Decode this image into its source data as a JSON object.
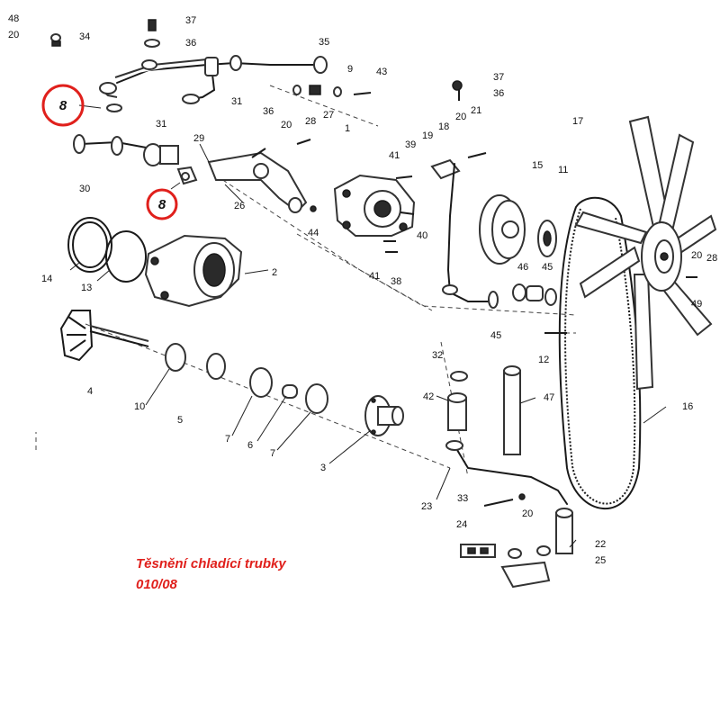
{
  "callout_color": "#e0201c",
  "highlight": {
    "part_number": "8"
  },
  "caption": {
    "line1": "Těsnění chladící trubky",
    "line2": "010/08"
  },
  "labels": [
    {
      "id": "l48",
      "text": "48"
    },
    {
      "id": "l20a",
      "text": "20"
    },
    {
      "id": "l34",
      "text": "34"
    },
    {
      "id": "l37a",
      "text": "37"
    },
    {
      "id": "l36a",
      "text": "36"
    },
    {
      "id": "l35",
      "text": "35"
    },
    {
      "id": "l9",
      "text": "9"
    },
    {
      "id": "l43",
      "text": "43"
    },
    {
      "id": "l31a",
      "text": "31"
    },
    {
      "id": "l36b",
      "text": "36"
    },
    {
      "id": "l20b",
      "text": "20"
    },
    {
      "id": "l28a",
      "text": "28"
    },
    {
      "id": "l27",
      "text": "27"
    },
    {
      "id": "l1",
      "text": "1"
    },
    {
      "id": "l31b",
      "text": "31"
    },
    {
      "id": "l29",
      "text": "29"
    },
    {
      "id": "l30",
      "text": "30"
    },
    {
      "id": "l26",
      "text": "26"
    },
    {
      "id": "l37b",
      "text": "37"
    },
    {
      "id": "l36c",
      "text": "36"
    },
    {
      "id": "l20c",
      "text": "20"
    },
    {
      "id": "l21",
      "text": "21"
    },
    {
      "id": "l18",
      "text": "18"
    },
    {
      "id": "l19",
      "text": "19"
    },
    {
      "id": "l39",
      "text": "39"
    },
    {
      "id": "l41a",
      "text": "41"
    },
    {
      "id": "l17",
      "text": "17"
    },
    {
      "id": "l15",
      "text": "15"
    },
    {
      "id": "l11",
      "text": "11"
    },
    {
      "id": "l44",
      "text": "44"
    },
    {
      "id": "l40",
      "text": "40"
    },
    {
      "id": "l41b",
      "text": "41"
    },
    {
      "id": "l38",
      "text": "38"
    },
    {
      "id": "l46",
      "text": "46"
    },
    {
      "id": "l45a",
      "text": "45"
    },
    {
      "id": "l20d",
      "text": "20"
    },
    {
      "id": "l28b",
      "text": "28"
    },
    {
      "id": "l49",
      "text": "49"
    },
    {
      "id": "l14",
      "text": "14"
    },
    {
      "id": "l13",
      "text": "13"
    },
    {
      "id": "l2",
      "text": "2"
    },
    {
      "id": "l45b",
      "text": "45"
    },
    {
      "id": "l32",
      "text": "32"
    },
    {
      "id": "l12",
      "text": "12"
    },
    {
      "id": "l4",
      "text": "4"
    },
    {
      "id": "l10",
      "text": "10"
    },
    {
      "id": "l5",
      "text": "5"
    },
    {
      "id": "l7a",
      "text": "7"
    },
    {
      "id": "l6",
      "text": "6"
    },
    {
      "id": "l7b",
      "text": "7"
    },
    {
      "id": "l3",
      "text": "3"
    },
    {
      "id": "l42",
      "text": "42"
    },
    {
      "id": "l47",
      "text": "47"
    },
    {
      "id": "l16",
      "text": "16"
    },
    {
      "id": "l23",
      "text": "23"
    },
    {
      "id": "l33",
      "text": "33"
    },
    {
      "id": "l20e",
      "text": "20"
    },
    {
      "id": "l24",
      "text": "24"
    },
    {
      "id": "l22",
      "text": "22"
    },
    {
      "id": "l25",
      "text": "25"
    }
  ]
}
